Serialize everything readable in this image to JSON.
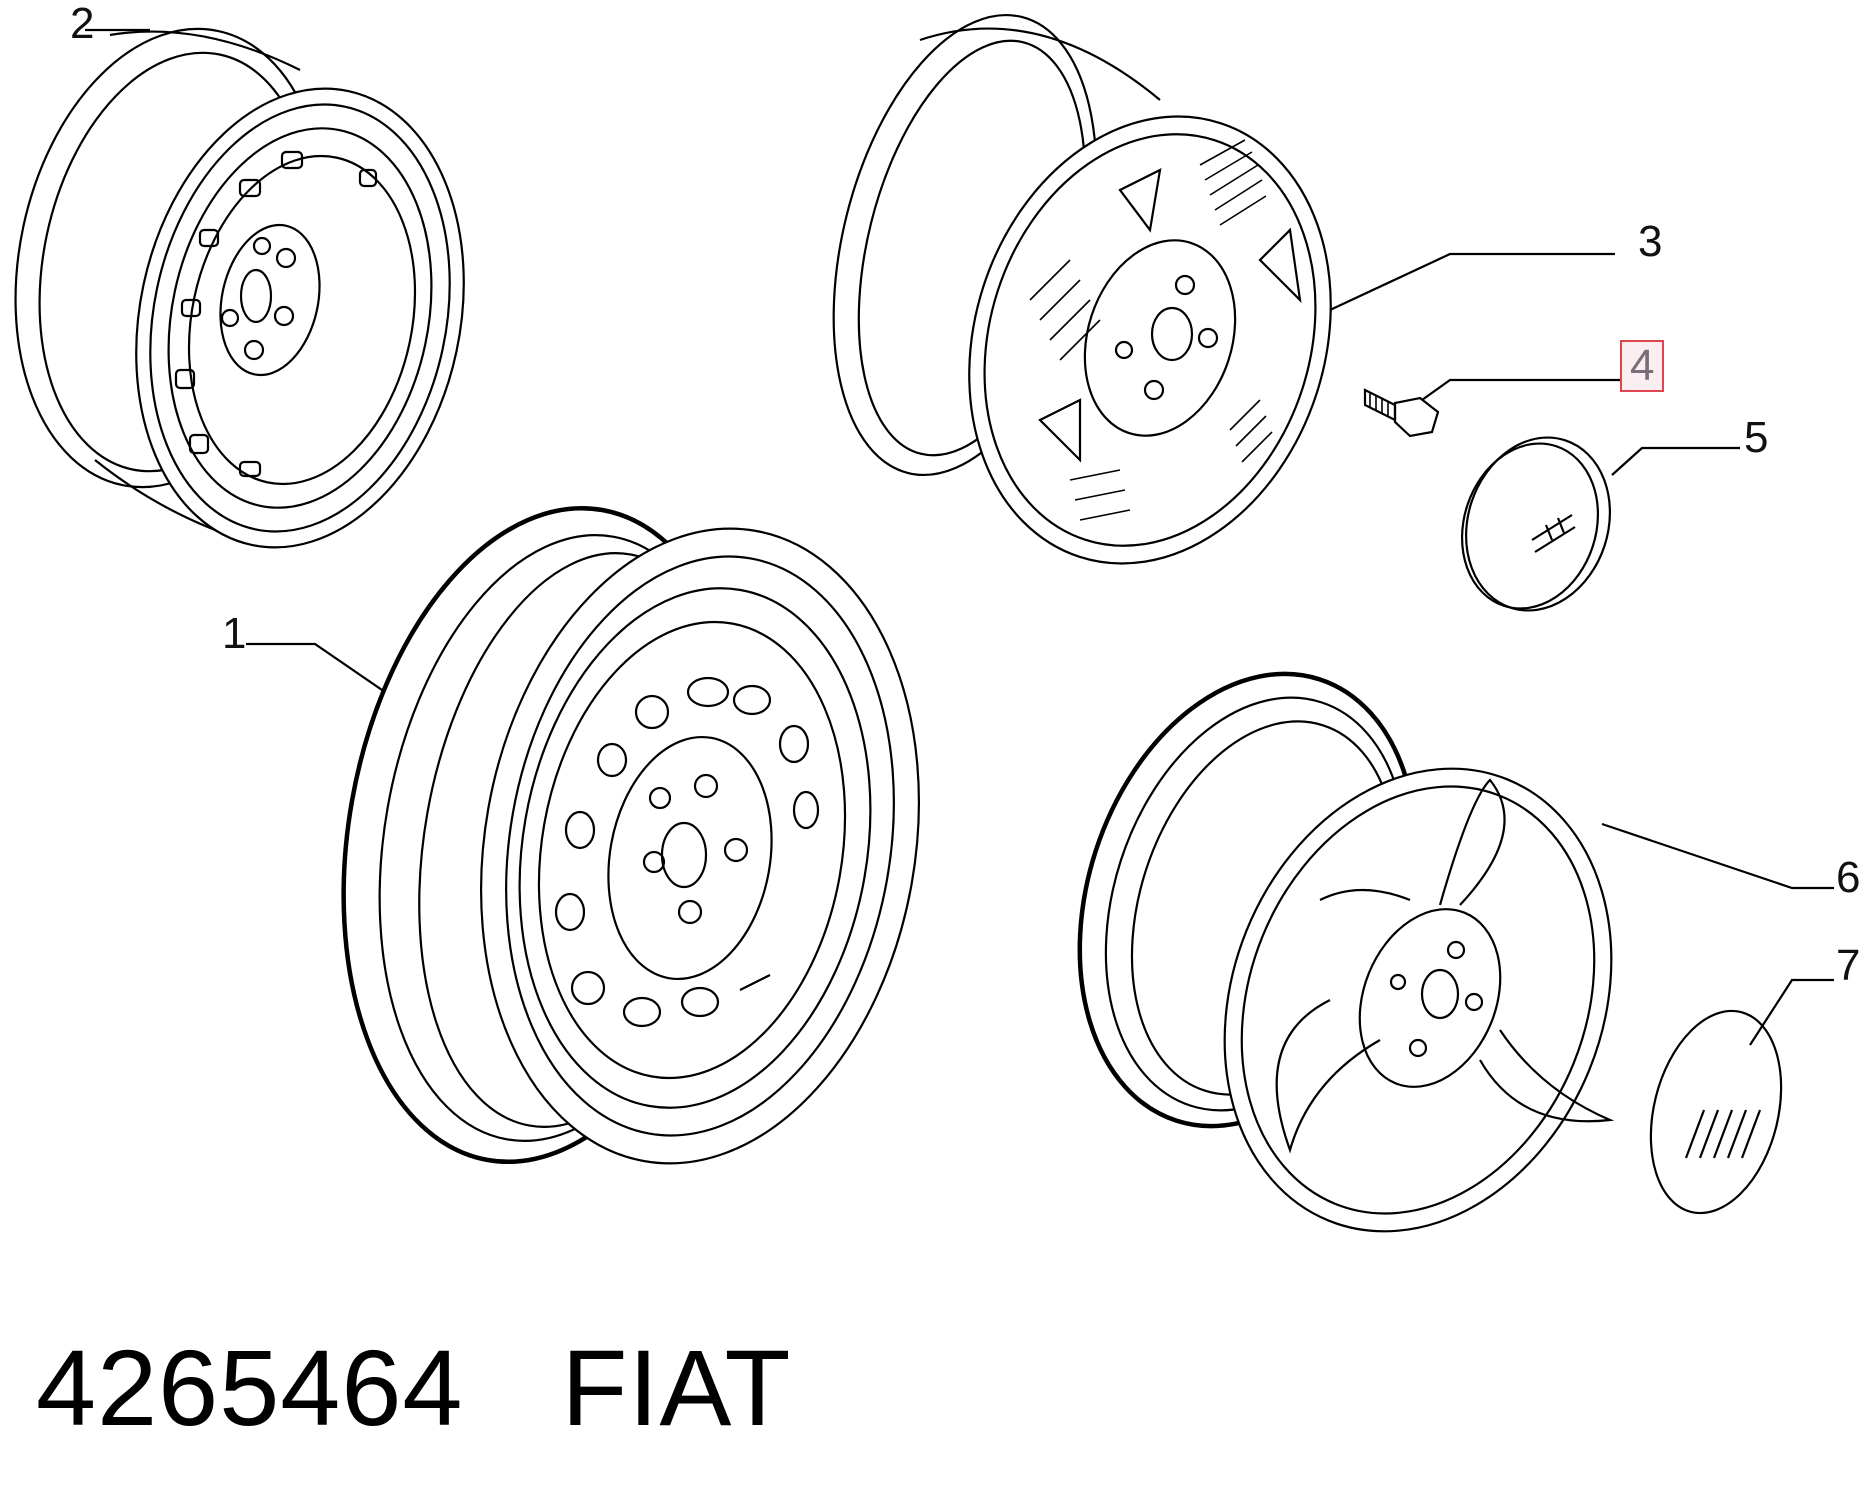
{
  "diagram": {
    "callouts": [
      {
        "id": "1",
        "label": "1",
        "part": "tyre-and-steel-wheel",
        "highlighted": false
      },
      {
        "id": "2",
        "label": "2",
        "part": "steel-rim",
        "highlighted": false
      },
      {
        "id": "3",
        "label": "3",
        "part": "alloy-rim-slotted",
        "highlighted": false
      },
      {
        "id": "4",
        "label": "4",
        "part": "wheel-bolt",
        "highlighted": true
      },
      {
        "id": "5",
        "label": "5",
        "part": "center-cap-small",
        "highlighted": false
      },
      {
        "id": "6",
        "label": "6",
        "part": "alloy-rim-three-spoke",
        "highlighted": false
      },
      {
        "id": "7",
        "label": "7",
        "part": "center-cap-large",
        "highlighted": false
      }
    ],
    "highlight_color": "#e0444e"
  },
  "caption": {
    "part_number": "4265464",
    "brand": "FIAT"
  }
}
